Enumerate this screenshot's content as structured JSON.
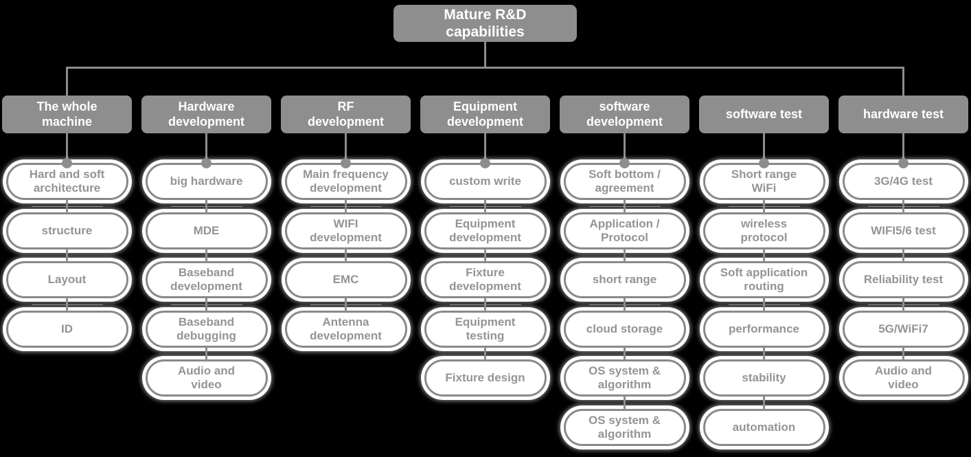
{
  "title": "Mature R&D\ncapabilities",
  "colors": {
    "background": "#000000",
    "node_fill": "#8e8e8e",
    "node_text": "#ffffff",
    "pill_fill": "#ffffff",
    "pill_border": "#898989",
    "pill_text": "#949494",
    "connector": "#8d8d8d"
  },
  "columns": [
    {
      "header": "The whole\nmachine",
      "items": [
        "Hard and soft\narchitecture",
        "structure",
        "Layout",
        "ID"
      ]
    },
    {
      "header": "Hardware\ndevelopment",
      "items": [
        "big hardware",
        "MDE",
        "Baseband\ndevelopment",
        "Baseband\ndebugging",
        "Audio and\nvideo"
      ]
    },
    {
      "header": "RF\ndevelopment",
      "items": [
        "Main frequency\ndevelopment",
        "WIFI\ndevelopment",
        "EMC",
        "Antenna\ndevelopment"
      ]
    },
    {
      "header": "Equipment\ndevelopment",
      "items": [
        "custom write",
        "Equipment\ndevelopment",
        "Fixture\ndevelopment",
        "Equipment\ntesting",
        "Fixture design"
      ]
    },
    {
      "header": "software\ndevelopment",
      "items": [
        "Soft bottom /\nagreement",
        "Application /\nProtocol",
        "short range",
        "cloud storage",
        "OS system &\nalgorithm",
        "OS system &\nalgorithm"
      ]
    },
    {
      "header": "software test",
      "items": [
        "Short range\nWiFi",
        "wireless\nprotocol",
        "Soft application\nrouting",
        "performance",
        "stability",
        "automation"
      ]
    },
    {
      "header": "hardware test",
      "items": [
        "3G/4G test",
        "WIFI5/6 test",
        "Reliability test",
        "5G/WiFi7",
        "Audio and\nvideo"
      ]
    }
  ]
}
